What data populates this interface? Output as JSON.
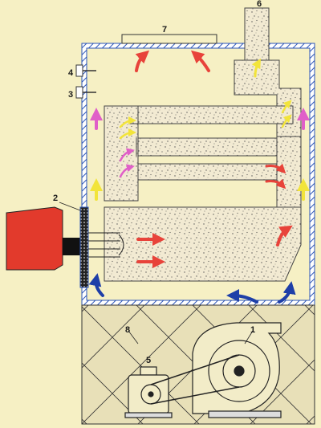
{
  "labels": {
    "item_1": "1",
    "item_2": "2",
    "item_3": "3",
    "item_4": "4",
    "item_5": "5",
    "item_6": "6",
    "item_7": "7",
    "item_8": "8"
  },
  "colors": {
    "background": "#f6f0c4",
    "casing_outline": "#2b55b8",
    "insulation_fill": "#bfe0ee",
    "firebox_fill": "#f3ead0",
    "burner": "#e23a2c",
    "hot_gas_arrow": "#e8433a",
    "cool_air_arrow": "#1e3fa8",
    "flue_arrow": "#f2e43a",
    "magenta_arrow": "#e05fc8",
    "fan_base_fill": "#e8e0b8"
  },
  "icons": {
    "burner": "burner-block-icon",
    "fan": "centrifugal-fan-icon",
    "motor": "electric-motor-icon",
    "flue": "chimney-icon",
    "sensors": "thermostat-icon"
  }
}
